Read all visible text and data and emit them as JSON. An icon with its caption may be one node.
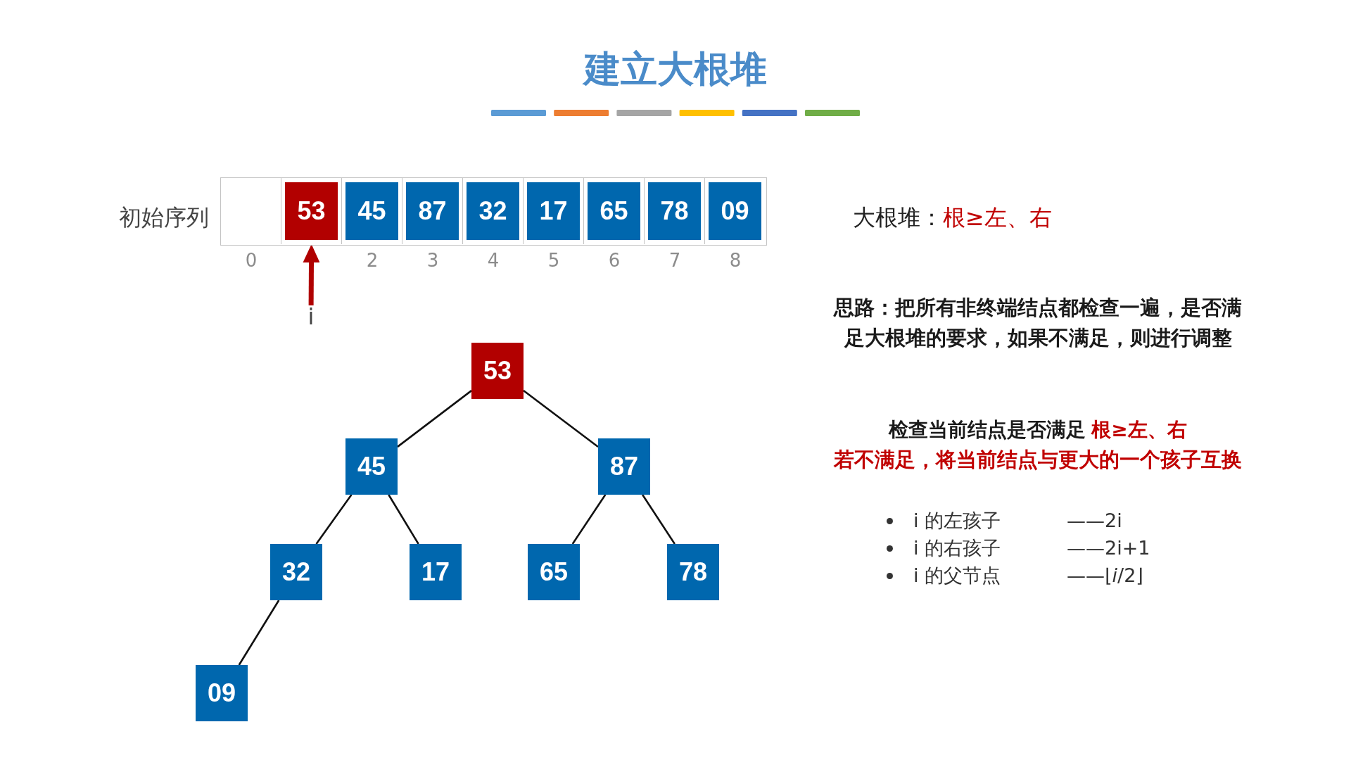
{
  "diagram": {
    "title": "建立大根堆",
    "nodes": [
      {
        "text": [
          "初始序列"
        ]
      },
      {
        "text": [],
        "shape": "box",
        "in": 0,
        "beside": [
          "0"
        ]
      },
      {
        "text": [
          "53"
        ],
        "in": 0
      },
      {
        "text": [
          "45"
        ],
        "in": 0,
        "beside": [
          "2"
        ]
      },
      {
        "text": [
          "87"
        ],
        "in": 0,
        "beside": [
          "3"
        ]
      },
      {
        "text": [
          "32"
        ],
        "in": 0,
        "beside": [
          "4"
        ]
      },
      {
        "text": [
          "17"
        ],
        "in": 0,
        "beside": [
          "5"
        ]
      },
      {
        "text": [
          "65"
        ],
        "in": 0,
        "beside": [
          "6"
        ]
      },
      {
        "text": [
          "78"
        ],
        "in": 0,
        "beside": [
          "7"
        ]
      },
      {
        "text": [
          "09"
        ],
        "in": 0,
        "beside": [
          "8"
        ]
      },
      {
        "text": [
          "i"
        ]
      },
      {
        "text": [
          "53"
        ]
      },
      {
        "text": [
          "45"
        ]
      },
      {
        "text": [
          "87"
        ]
      },
      {
        "text": [
          "32"
        ]
      },
      {
        "text": [
          "17"
        ]
      },
      {
        "text": [
          "65"
        ]
      },
      {
        "text": [
          "78"
        ]
      },
      {
        "text": [
          "09"
        ]
      }
    ],
    "edges": [
      {
        "from": 10,
        "to": 2,
        "arrow": "to",
        "style": "thick",
        "color": "#b00000"
      },
      {
        "from": 11,
        "to": 12,
        "arrow": "none"
      },
      {
        "from": 11,
        "to": 13,
        "arrow": "none"
      },
      {
        "from": 12,
        "to": 14,
        "arrow": "none"
      },
      {
        "from": 12,
        "to": 15,
        "arrow": "none"
      },
      {
        "from": 13,
        "to": 16,
        "arrow": "none"
      },
      {
        "from": 13,
        "to": 17,
        "arrow": "none"
      },
      {
        "from": 14,
        "to": 18,
        "arrow": "none"
      }
    ],
    "labels": [
      "大根堆：",
      "根≥左、右",
      "思路：把所有非终端结点都检查一遍，是否满足大根堆的要求，如果不满足，则进行调整",
      "检查当前结点是否满足",
      "根≥左、右",
      "若不满足，将当前结点与更大的一个孩子互换",
      "i 的左孩子",
      "——2i",
      "i 的右孩子",
      "——2i+1",
      "i 的父节点",
      "——⌊*i*/2⌋"
    ]
  }
}
